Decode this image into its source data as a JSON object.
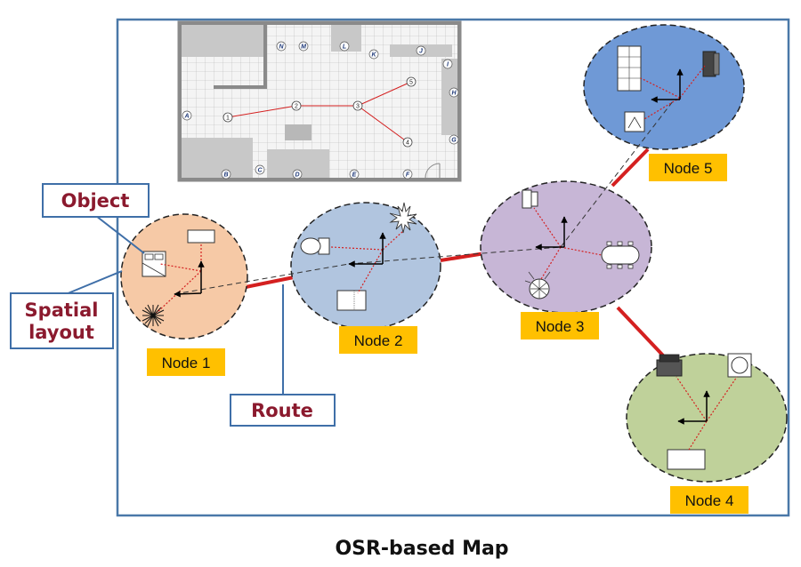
{
  "caption": "OSR-based Map",
  "callouts": {
    "object": "Object",
    "spatial_line1": "Spatial",
    "spatial_line2": "layout",
    "route": "Route"
  },
  "nodes": [
    {
      "id": "node1",
      "label": "Node 1",
      "color": "#f6c9a6"
    },
    {
      "id": "node2",
      "label": "Node 2",
      "color": "#b1c5df"
    },
    {
      "id": "node3",
      "label": "Node 3",
      "color": "#c7b6d6"
    },
    {
      "id": "node4",
      "label": "Node 4",
      "color": "#bfd19a"
    },
    {
      "id": "node5",
      "label": "Node 5",
      "color": "#6f99d6"
    }
  ],
  "floorplan": {
    "letters": [
      "A",
      "B",
      "C",
      "D",
      "E",
      "F",
      "G",
      "H",
      "I",
      "J",
      "K",
      "L",
      "M",
      "N"
    ],
    "numbers": [
      "1",
      "2",
      "3",
      "4",
      "5"
    ]
  },
  "colors": {
    "frame": "#4a78a8",
    "route": "#d42020",
    "label_box": "#ffc000",
    "callout_border": "#3f6fa8",
    "callout_text": "#8b1a2e"
  }
}
